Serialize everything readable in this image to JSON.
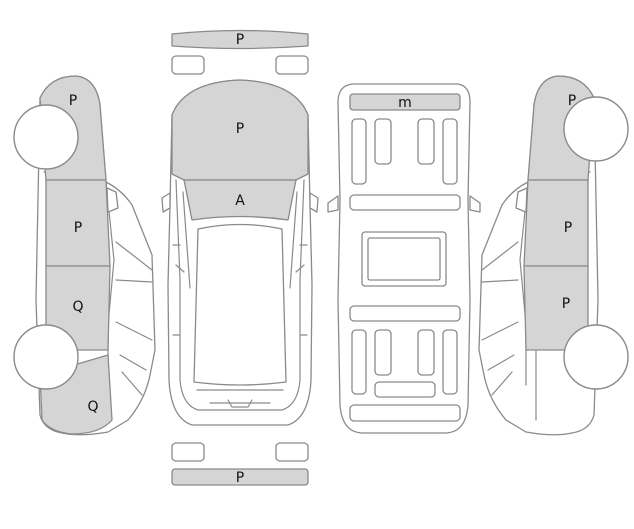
{
  "colors": {
    "outline": "#8a8a8a",
    "damaged_fill": "#d5d5d5",
    "background": "#ffffff"
  },
  "labels": {
    "front_bumper": "P",
    "rear_bumper": "P",
    "hood": "P",
    "windshield": "A",
    "roof_rail": "m",
    "left_front_fender": "P",
    "left_front_door": "P",
    "left_rear_door": "Q",
    "left_rear_quarter": "Q",
    "right_front_fender": "P",
    "right_front_door": "P",
    "right_rear_door": "P"
  }
}
